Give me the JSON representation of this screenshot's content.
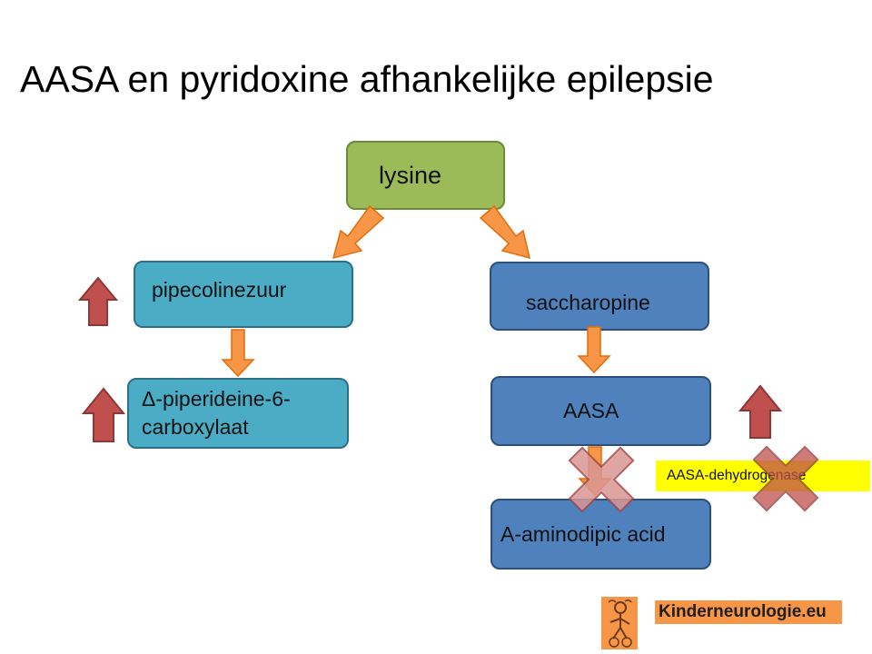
{
  "title": "AASA en pyridoxine afhankelijke epilepsie",
  "nodes": {
    "lysine": "lysine",
    "pipecolinezuur": "pipecolinezuur",
    "piperideine_line1": "Δ-piperideine-6-",
    "piperideine_line2": "carboxylaat",
    "saccharopine": "saccharopine",
    "aasa": "AASA",
    "aminodipic": "A-aminodipic acid"
  },
  "enzyme_label": "AASA-dehydrogenase",
  "logo": {
    "text": "Kinderneurologie.eu"
  },
  "colors": {
    "lysine_fill": "#9bbb59",
    "teal_fill": "#4bacc6",
    "blue_fill": "#4f81bd",
    "flow_arrow": "#f79646",
    "up_arrow": "#c0504d",
    "block_cross": "#d99694",
    "enzyme_highlight": "#ffff00",
    "logo_bg": "#f79646"
  }
}
